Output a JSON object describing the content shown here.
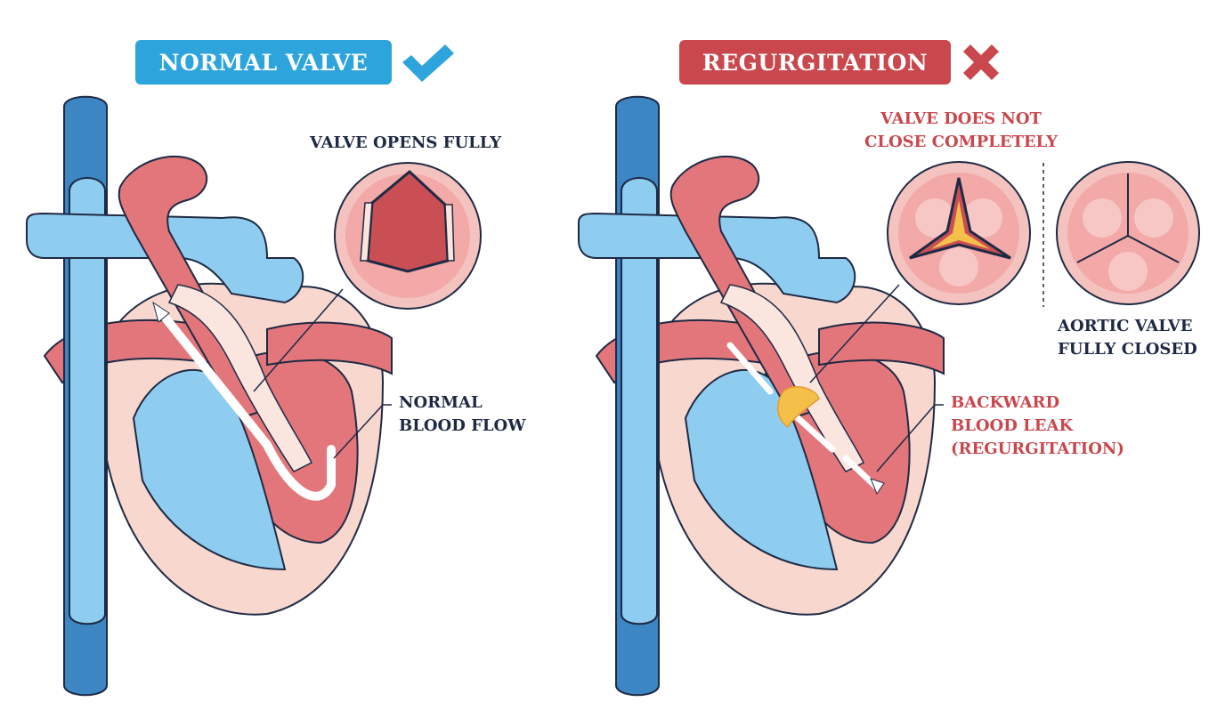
{
  "normal": {
    "badge": "NORMAL VALVE",
    "valve_label": "VALVE OPENS FULLY",
    "flow_label_1": "NORMAL",
    "flow_label_2": "BLOOD FLOW"
  },
  "regurgitation": {
    "badge": "REGURGITATION",
    "valve_label_1": "VALVE DOES NOT",
    "valve_label_2": "CLOSE COMPLETELY",
    "closed_label_1": "AORTIC VALVE",
    "closed_label_2": "FULLY CLOSED",
    "leak_label_1": "BACKWARD",
    "leak_label_2": "BLOOD LEAK",
    "leak_label_3": "(REGURGITATION)"
  },
  "colors": {
    "blue_badge": "#2ea4dc",
    "red_badge": "#c9474d",
    "vein_blue": "#8fcdf0",
    "artery_red": "#e3767b",
    "heart_wall": "#f8d7cf",
    "outline": "#1e2a44"
  }
}
